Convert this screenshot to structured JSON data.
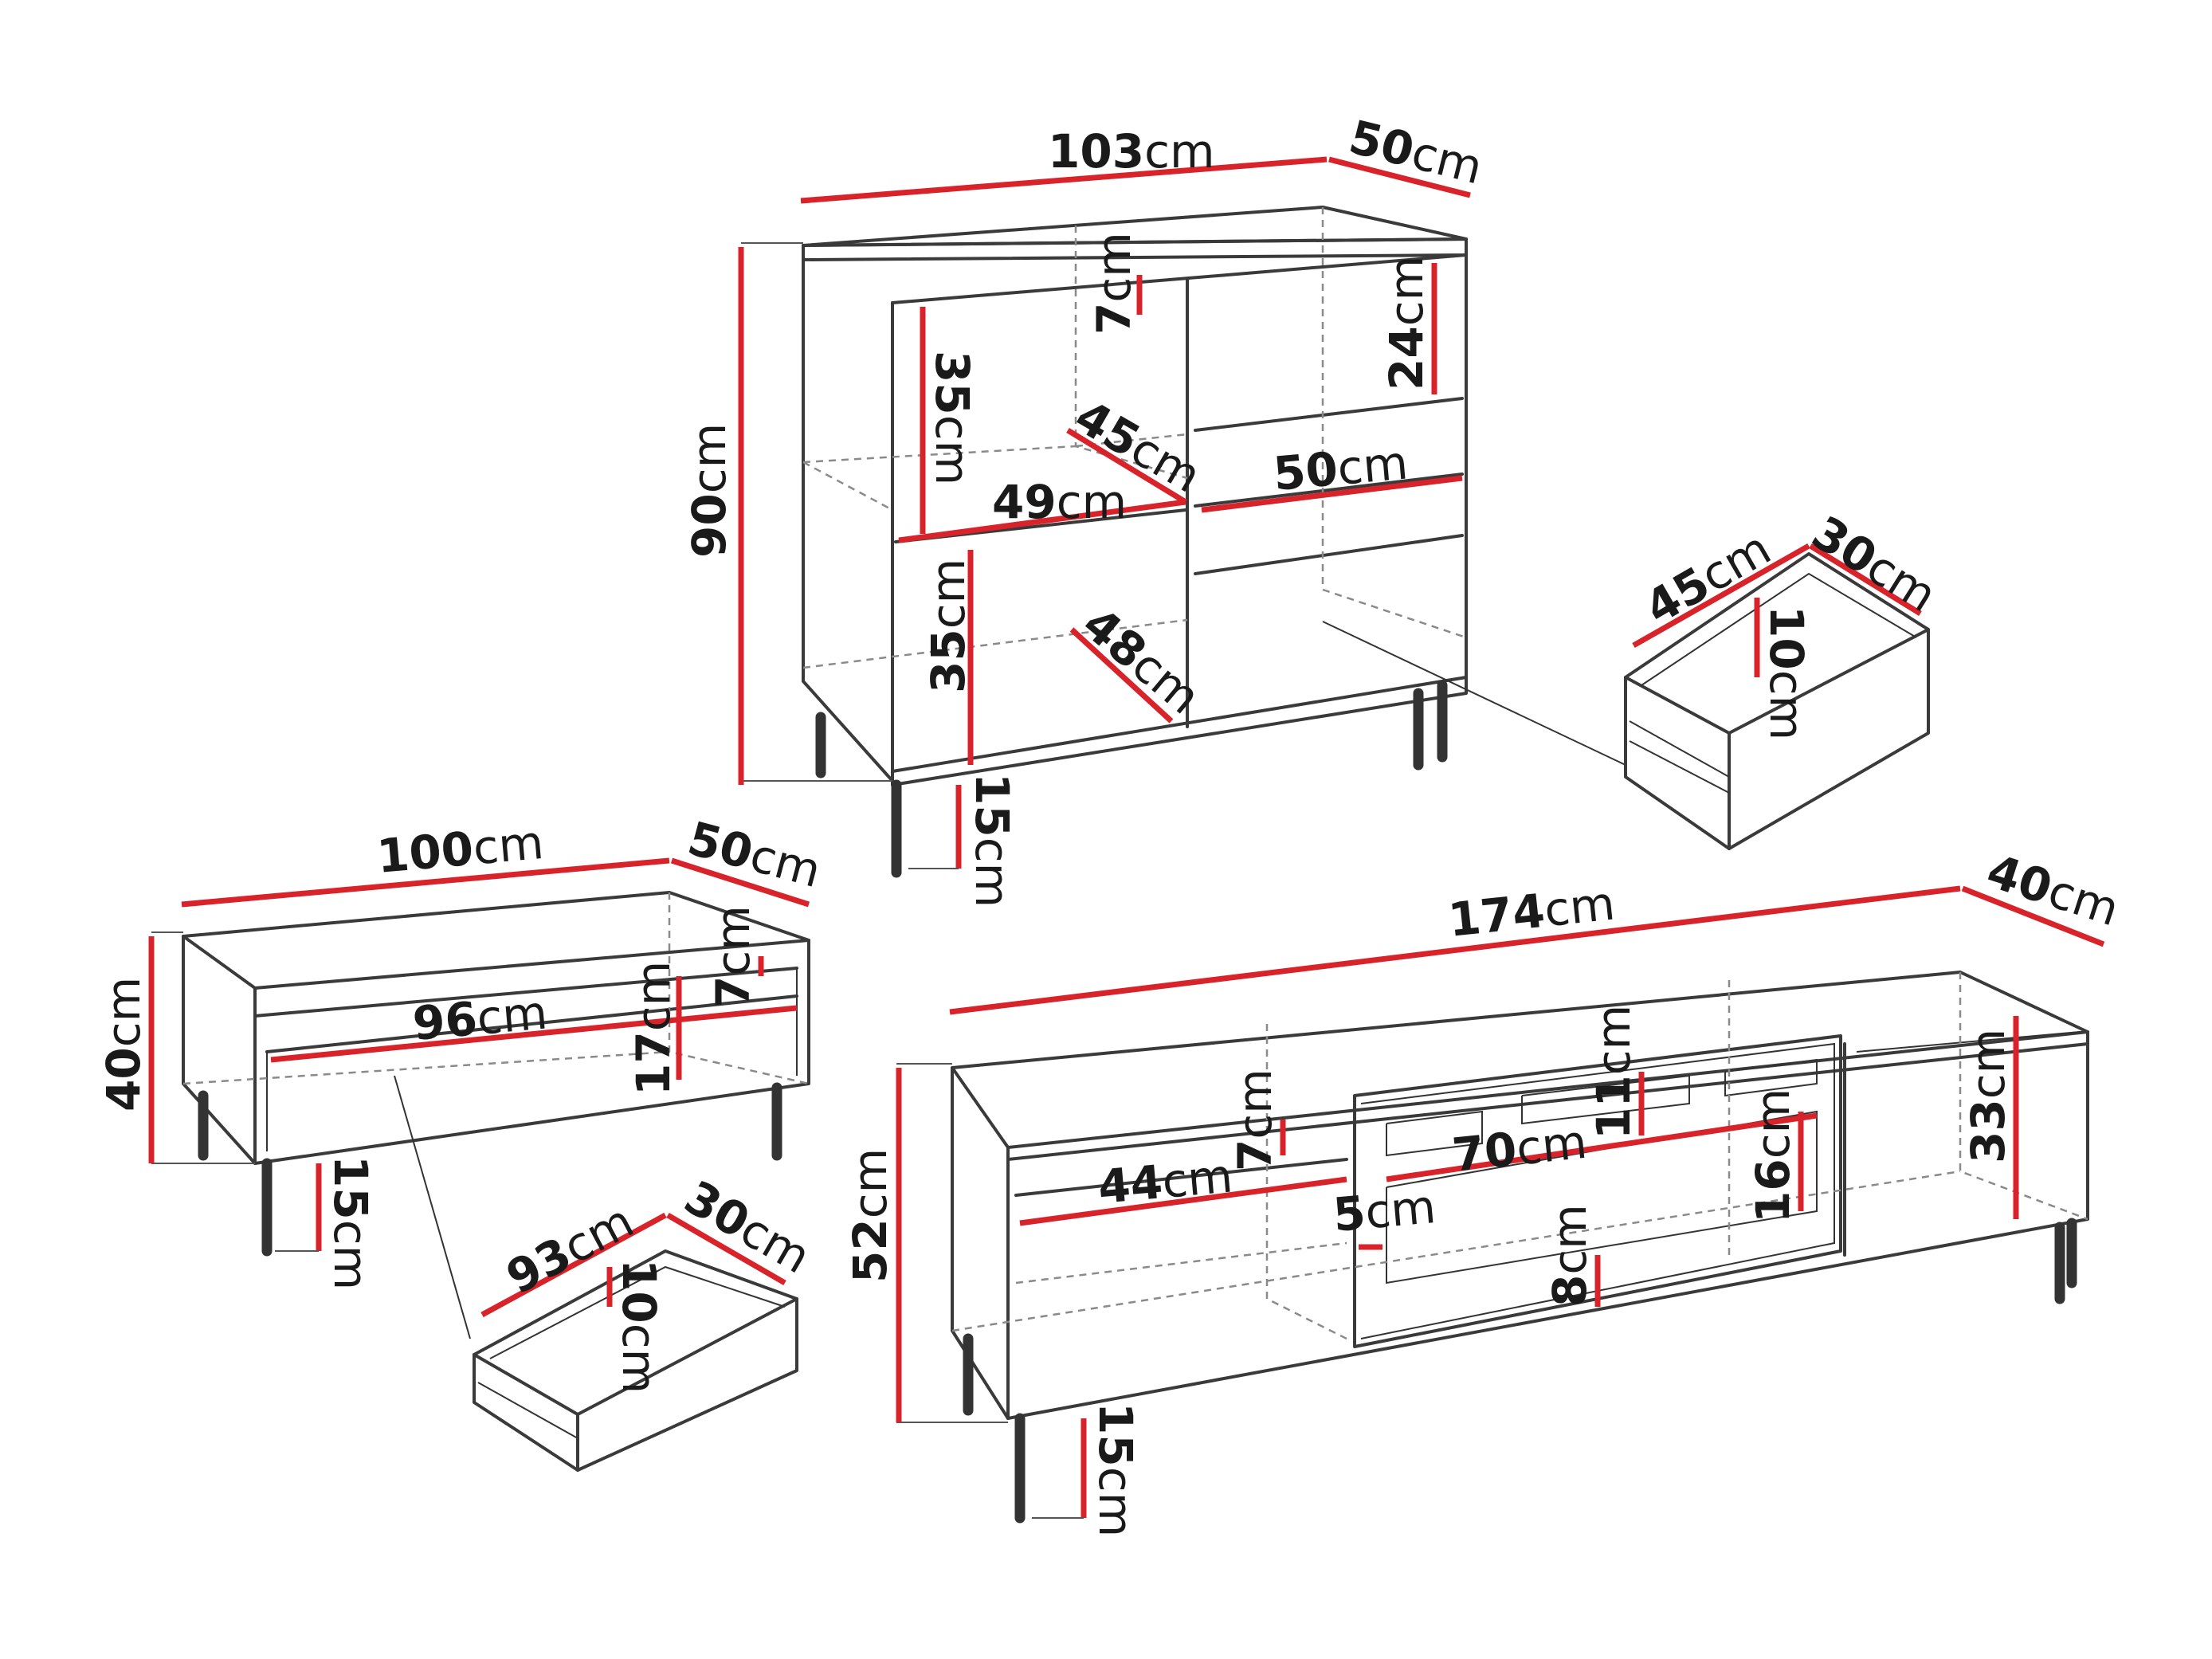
{
  "colors": {
    "dimension_line": "#d8232a",
    "outline": "#3a3a3a",
    "background": "#ffffff"
  },
  "unit": "cm",
  "sideboard": {
    "width": "103",
    "depth": "50",
    "height": "90",
    "leg_height": "15",
    "top_gap": "7",
    "upper_compartment_height": "35",
    "lower_compartment_height": "35",
    "shelf_width": "49",
    "shelf_depth": "45",
    "lower_shelf_depth": "48",
    "drawer_opening_height": "24",
    "drawer_width": "50"
  },
  "sideboard_drawer": {
    "width": "45",
    "depth": "30",
    "height": "10"
  },
  "coffee_table": {
    "width": "100",
    "depth": "50",
    "height": "40",
    "leg_height": "15",
    "drawer_width": "96",
    "top_gap": "7",
    "drawer_height": "17"
  },
  "coffee_table_drawer": {
    "width": "93",
    "depth": "30",
    "height": "10"
  },
  "tv_stand": {
    "width": "174",
    "depth": "40",
    "height": "52",
    "leg_height": "15",
    "left_shelf_width": "44",
    "left_top_gap": "7",
    "center_width": "70",
    "center_slot_height": "11",
    "center_height": "16",
    "center_edge": "5",
    "center_bottom": "8",
    "right_compartment_height": "33"
  }
}
